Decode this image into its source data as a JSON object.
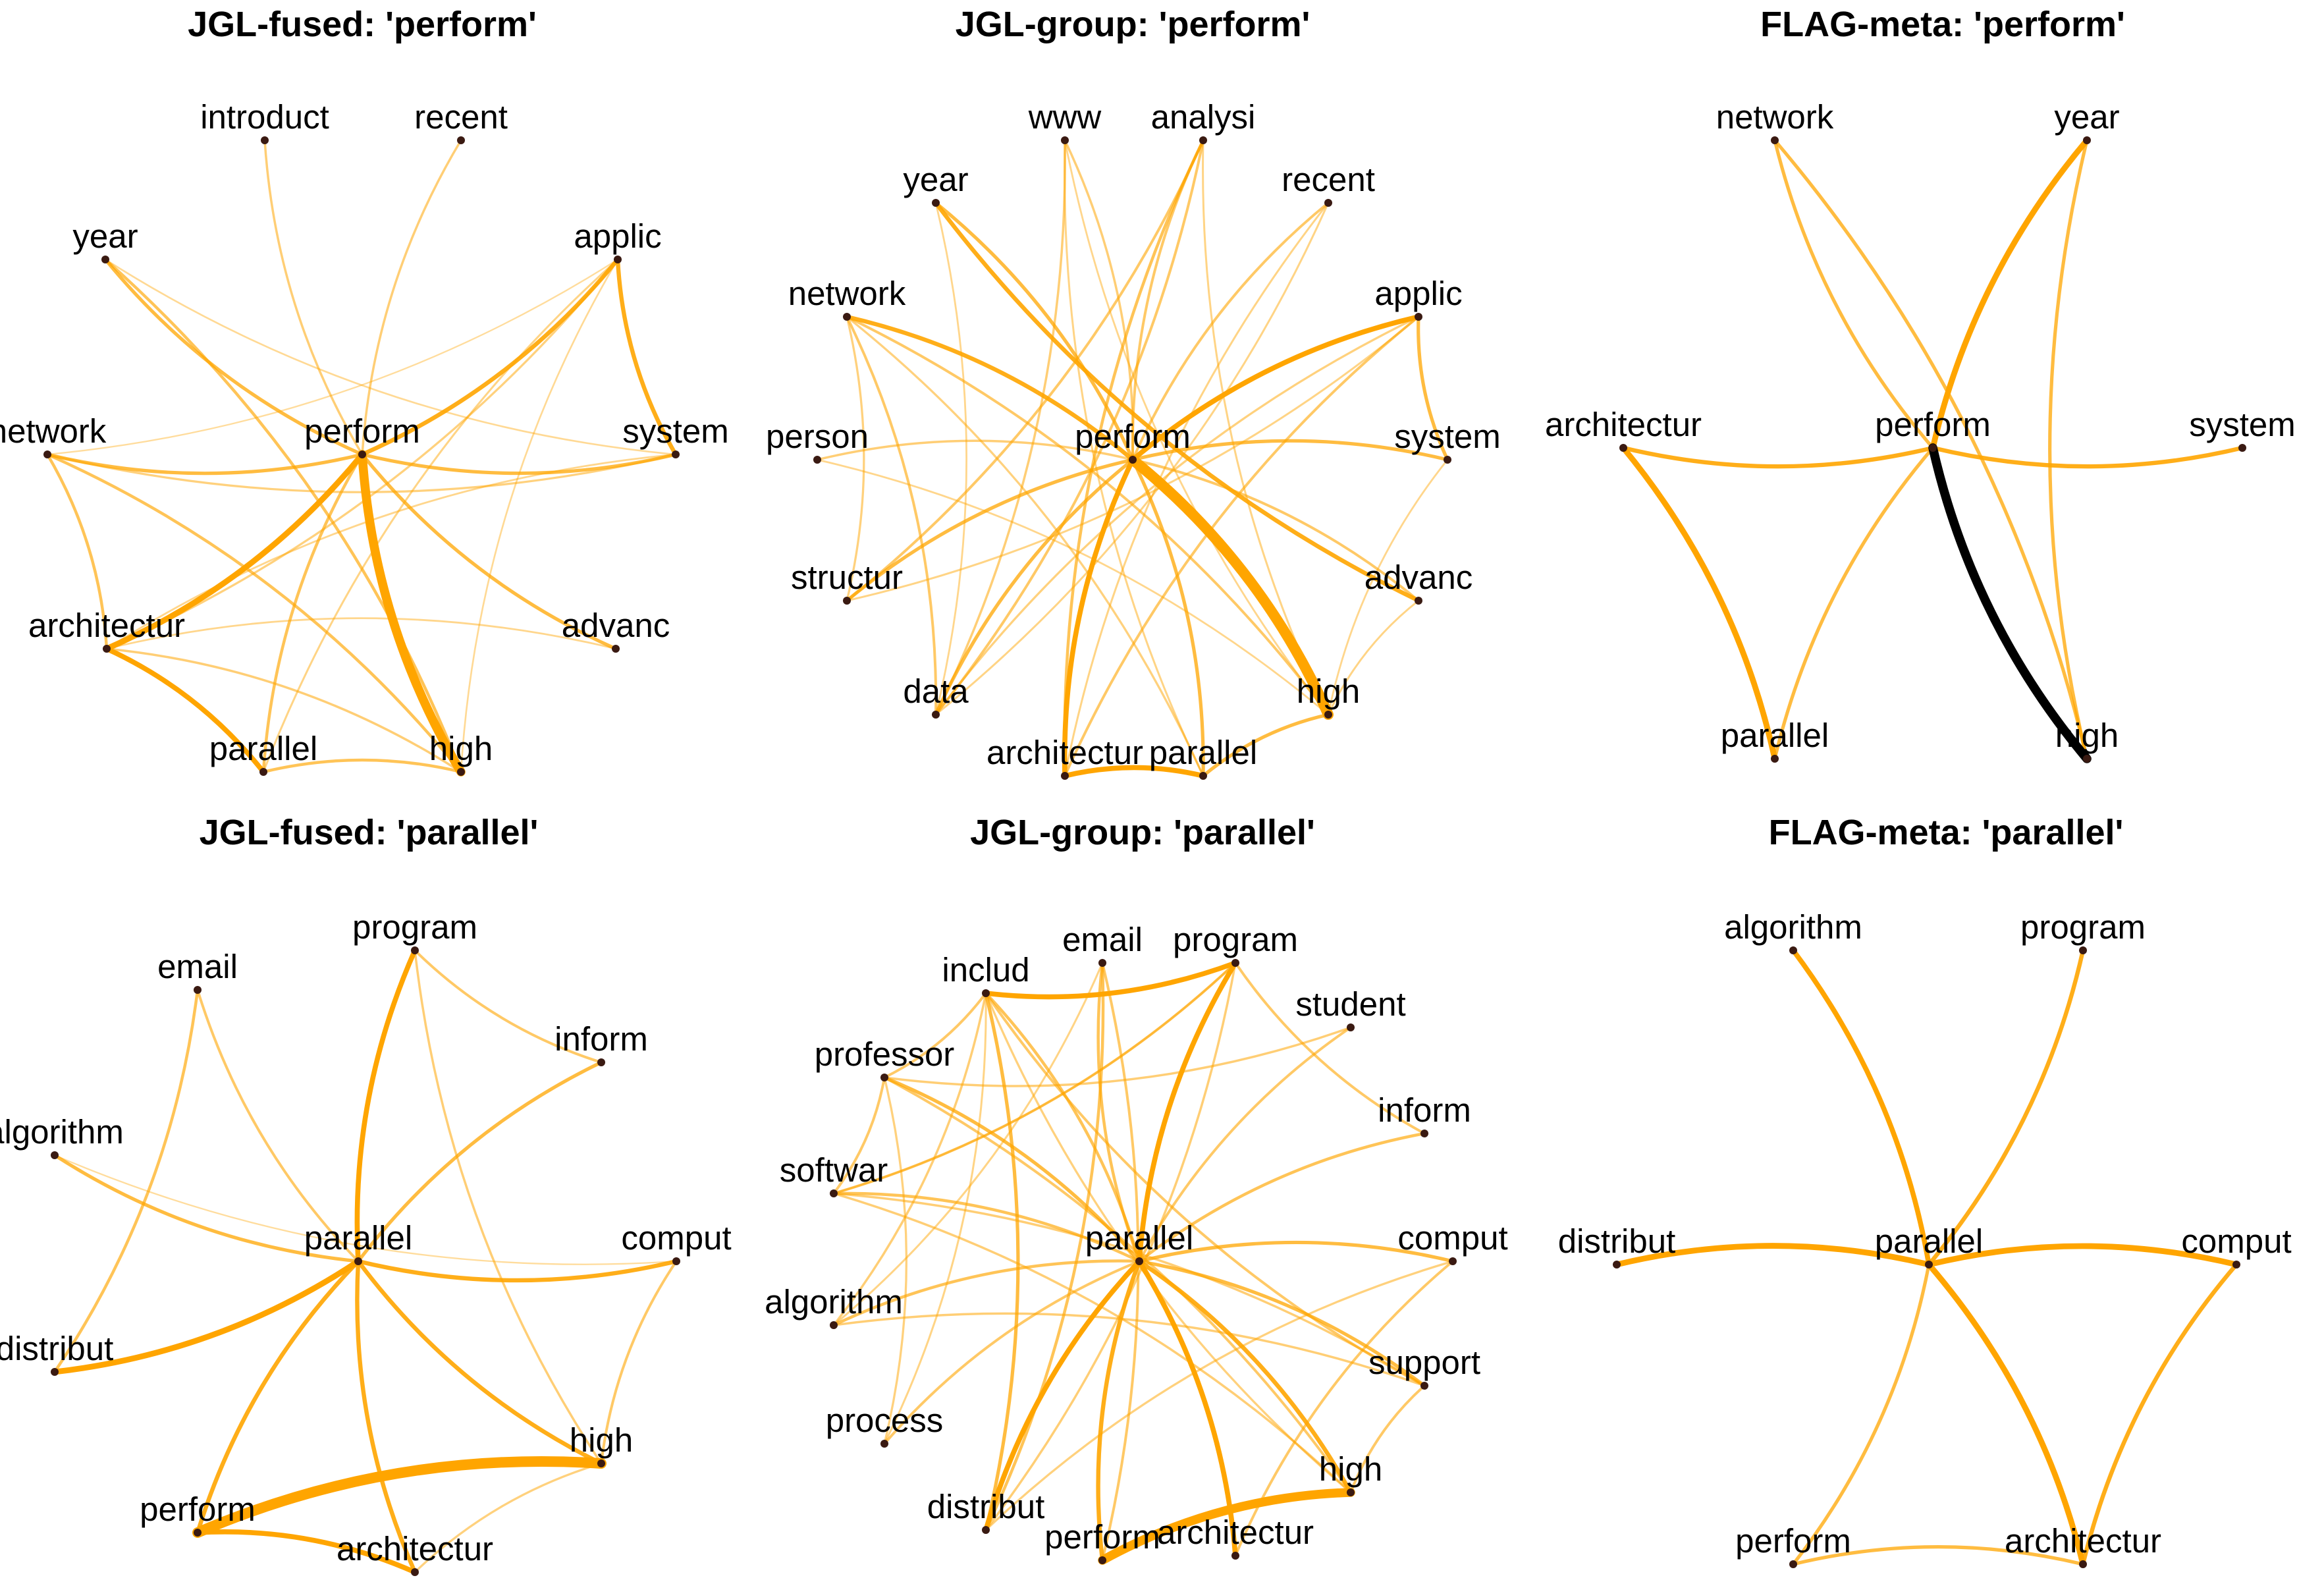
{
  "figure": {
    "edge_color": "#FFA500",
    "edge_color_strongest": "#000000",
    "node_color": "#3a1a12",
    "panels": [
      {
        "title": "JGL-fused: 'perform'",
        "center": "perform",
        "nodes": [
          "perform",
          "introduct",
          "recent",
          "year",
          "applic",
          "network",
          "system",
          "architectur",
          "advanc",
          "parallel",
          "high"
        ],
        "edges": [
          [
            "perform",
            "high",
            5
          ],
          [
            "perform",
            "architectur",
            3
          ],
          [
            "perform",
            "applic",
            2
          ],
          [
            "perform",
            "year",
            1.5
          ],
          [
            "perform",
            "network",
            1.5
          ],
          [
            "perform",
            "system",
            1.5
          ],
          [
            "perform",
            "advanc",
            1.5
          ],
          [
            "perform",
            "parallel",
            1.2
          ],
          [
            "perform",
            "introduct",
            0.8
          ],
          [
            "perform",
            "recent",
            0.8
          ],
          [
            "architectur",
            "parallel",
            2.5
          ],
          [
            "applic",
            "system",
            2
          ],
          [
            "year",
            "high",
            1.2
          ],
          [
            "network",
            "architectur",
            1.2
          ],
          [
            "network",
            "high",
            1.2
          ],
          [
            "architectur",
            "high",
            0.8
          ],
          [
            "parallel",
            "high",
            1.2
          ],
          [
            "network",
            "system",
            0.7
          ],
          [
            "applic",
            "architectur",
            0.7
          ],
          [
            "applic",
            "parallel",
            0.6
          ],
          [
            "system",
            "architectur",
            0.5
          ],
          [
            "year",
            "system",
            0.4
          ],
          [
            "network",
            "applic",
            0.3
          ],
          [
            "advanc",
            "architectur",
            0.5
          ],
          [
            "high",
            "applic",
            0.4
          ]
        ]
      },
      {
        "title": "JGL-group: 'perform'",
        "center": "perform",
        "nodes": [
          "perform",
          "www",
          "analysi",
          "year",
          "recent",
          "network",
          "applic",
          "person",
          "system",
          "structur",
          "advanc",
          "data",
          "high",
          "architectur",
          "parallel"
        ],
        "edges": [
          [
            "perform",
            "high",
            6
          ],
          [
            "perform",
            "architectur",
            2.5
          ],
          [
            "perform",
            "applic",
            2.5
          ],
          [
            "perform",
            "network",
            2
          ],
          [
            "perform",
            "year",
            1.5
          ],
          [
            "perform",
            "system",
            1.5
          ],
          [
            "perform",
            "structur",
            1.5
          ],
          [
            "perform",
            "data",
            1.5
          ],
          [
            "perform",
            "recent",
            1
          ],
          [
            "perform",
            "analysi",
            1
          ],
          [
            "perform",
            "www",
            0.8
          ],
          [
            "perform",
            "person",
            0.8
          ],
          [
            "perform",
            "parallel",
            1.5
          ],
          [
            "perform",
            "advanc",
            1
          ],
          [
            "year",
            "advanc",
            2
          ],
          [
            "architectur",
            "parallel",
            2.5
          ],
          [
            "parallel",
            "high",
            1.5
          ],
          [
            "applic",
            "system",
            1.5
          ],
          [
            "architectur",
            "analysi",
            1.2
          ],
          [
            "data",
            "analysi",
            1
          ],
          [
            "data",
            "www",
            0.8
          ],
          [
            "structur",
            "analysi",
            1
          ],
          [
            "network",
            "data",
            1
          ],
          [
            "network",
            "high",
            1
          ],
          [
            "network",
            "parallel",
            0.7
          ],
          [
            "network",
            "structur",
            0.7
          ],
          [
            "architectur",
            "applic",
            1
          ],
          [
            "recent",
            "data",
            0.6
          ],
          [
            "recent",
            "architectur",
            0.6
          ],
          [
            "high",
            "www",
            0.5
          ],
          [
            "person",
            "high",
            0.5
          ],
          [
            "structur",
            "applic",
            0.6
          ],
          [
            "data",
            "applic",
            0.7
          ],
          [
            "high",
            "advanc",
            0.6
          ],
          [
            "system",
            "high",
            0.5
          ],
          [
            "www",
            "parallel",
            0.6
          ],
          [
            "analysi",
            "high",
            0.6
          ],
          [
            "year",
            "data",
            0.5
          ]
        ]
      },
      {
        "title": "FLAG-meta: 'perform'",
        "center": "perform",
        "nodes": [
          "network",
          "year",
          "architectur",
          "perform",
          "system",
          "parallel",
          "high"
        ],
        "edges": [
          [
            "perform",
            "high",
            5
          ],
          [
            "perform",
            "year",
            3
          ],
          [
            "perform",
            "architectur",
            2
          ],
          [
            "perform",
            "system",
            2
          ],
          [
            "perform",
            "network",
            1.5
          ],
          [
            "perform",
            "parallel",
            1.5
          ],
          [
            "architectur",
            "parallel",
            3
          ],
          [
            "year",
            "high",
            1.5
          ],
          [
            "network",
            "high",
            1.5
          ]
        ],
        "strongest_edge": [
          "perform",
          "high"
        ]
      },
      {
        "title": "JGL-fused: 'parallel'",
        "center": "parallel",
        "nodes": [
          "program",
          "email",
          "inform",
          "algorithm",
          "parallel",
          "comput",
          "distribut",
          "high",
          "perform",
          "architectur"
        ],
        "edges": [
          [
            "perform",
            "high",
            6
          ],
          [
            "parallel",
            "distribut",
            3
          ],
          [
            "perform",
            "architectur",
            2.5
          ],
          [
            "parallel",
            "program",
            2.5
          ],
          [
            "parallel",
            "perform",
            2
          ],
          [
            "parallel",
            "comput",
            2
          ],
          [
            "parallel",
            "architectur",
            2
          ],
          [
            "parallel",
            "high",
            2
          ],
          [
            "parallel",
            "algorithm",
            1.5
          ],
          [
            "parallel",
            "inform",
            1.5
          ],
          [
            "parallel",
            "email",
            1
          ],
          [
            "email",
            "distribut",
            1.2
          ],
          [
            "program",
            "inform",
            1
          ],
          [
            "program",
            "high",
            0.8
          ],
          [
            "comput",
            "high",
            1
          ],
          [
            "architectur",
            "high",
            0.7
          ],
          [
            "algorithm",
            "comput",
            0.3
          ]
        ]
      },
      {
        "title": "JGL-group: 'parallel'",
        "center": "parallel",
        "nodes": [
          "email",
          "includ",
          "program",
          "student",
          "professor",
          "inform",
          "softwar",
          "parallel",
          "comput",
          "algorithm",
          "support",
          "process",
          "high",
          "distribut",
          "perform",
          "architectur"
        ],
        "edges": [
          [
            "perform",
            "high",
            5
          ],
          [
            "parallel",
            "distribut",
            2.5
          ],
          [
            "parallel",
            "architectur",
            2.5
          ],
          [
            "parallel",
            "program",
            2.5
          ],
          [
            "includ",
            "program",
            2.5
          ],
          [
            "parallel",
            "perform",
            2
          ],
          [
            "parallel",
            "high",
            2
          ],
          [
            "parallel",
            "comput",
            1.5
          ],
          [
            "parallel",
            "support",
            1.5
          ],
          [
            "parallel",
            "professor",
            1.5
          ],
          [
            "parallel",
            "softwar",
            1.2
          ],
          [
            "parallel",
            "algorithm",
            1.2
          ],
          [
            "parallel",
            "inform",
            1.2
          ],
          [
            "parallel",
            "includ",
            1.2
          ],
          [
            "parallel",
            "email",
            1.2
          ],
          [
            "parallel",
            "student",
            1
          ],
          [
            "parallel",
            "process",
            1
          ],
          [
            "includ",
            "distribut",
            1.5
          ],
          [
            "email",
            "distribut",
            1.2
          ],
          [
            "email",
            "perform",
            1
          ],
          [
            "program",
            "inform",
            1
          ],
          [
            "program",
            "softwar",
            1
          ],
          [
            "includ",
            "support",
            1
          ],
          [
            "includ",
            "professor",
            1
          ],
          [
            "professor",
            "softwar",
            1
          ],
          [
            "professor",
            "high",
            1
          ],
          [
            "professor",
            "student",
            0.8
          ],
          [
            "softwar",
            "support",
            0.8
          ],
          [
            "comput",
            "architectur",
            1
          ],
          [
            "support",
            "high",
            1
          ],
          [
            "algorithm",
            "support",
            0.8
          ],
          [
            "algorithm",
            "includ",
            0.8
          ],
          [
            "process",
            "professor",
            0.7
          ],
          [
            "distribut",
            "program",
            0.8
          ],
          [
            "softwar",
            "high",
            0.8
          ],
          [
            "includ",
            "high",
            0.7
          ],
          [
            "email",
            "algorithm",
            0.6
          ],
          [
            "process",
            "includ",
            0.6
          ],
          [
            "softwar",
            "program",
            0.6
          ],
          [
            "comput",
            "distribut",
            0.7
          ]
        ]
      },
      {
        "title": "FLAG-meta: 'parallel'",
        "center": "parallel",
        "nodes": [
          "algorithm",
          "program",
          "distribut",
          "parallel",
          "comput",
          "perform",
          "architectur"
        ],
        "edges": [
          [
            "parallel",
            "architectur",
            3
          ],
          [
            "parallel",
            "comput",
            3
          ],
          [
            "parallel",
            "distribut",
            3
          ],
          [
            "parallel",
            "algorithm",
            2.5
          ],
          [
            "parallel",
            "program",
            2
          ],
          [
            "parallel",
            "perform",
            1.5
          ],
          [
            "comput",
            "architectur",
            2
          ],
          [
            "perform",
            "architectur",
            1.5
          ]
        ]
      }
    ]
  }
}
